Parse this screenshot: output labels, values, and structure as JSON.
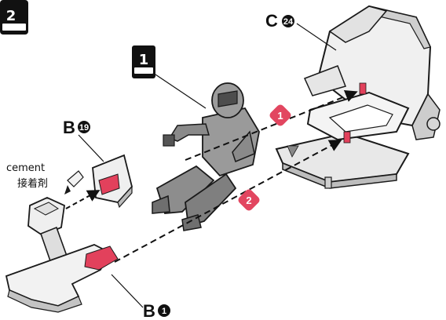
{
  "step": {
    "number": "2"
  },
  "callout": {
    "number": "1"
  },
  "parts": {
    "seat": {
      "letter": "C",
      "number": "24"
    },
    "control_box": {
      "letter": "B",
      "number": "19"
    },
    "console": {
      "letter": "B",
      "number": "1"
    }
  },
  "cement_note": {
    "label": "cement",
    "label_jp": "接着剤"
  },
  "assembly_steps": [
    {
      "number": "1"
    },
    {
      "number": "2"
    }
  ],
  "colors": {
    "part_fill": "#ececec",
    "part_shade": "#b9b9b9",
    "outline": "#1a1a1a",
    "figure": "#8c8c8c",
    "glue_area": "#e2415c",
    "step_badge": "#e24660"
  }
}
